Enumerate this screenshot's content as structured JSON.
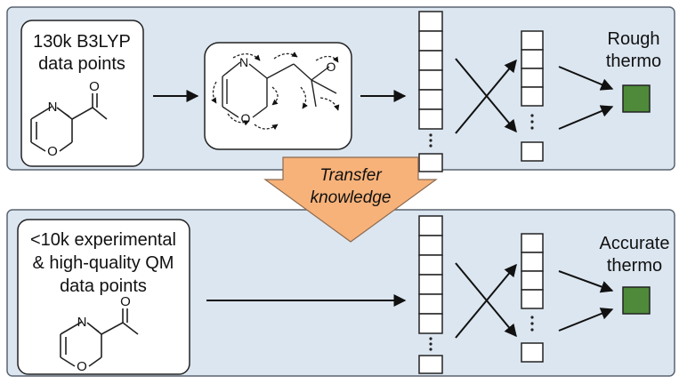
{
  "top_panel": {
    "input_label_lines": [
      "130k B3LYP",
      "data points"
    ],
    "output_label_lines": [
      "Rough",
      "thermo"
    ]
  },
  "transfer_label_lines": [
    "Transfer",
    "knowledge"
  ],
  "bottom_panel": {
    "input_label_lines": [
      "<10k experimental",
      "& high-quality QM",
      "data points"
    ],
    "output_label_lines": [
      "Accurate",
      "thermo"
    ]
  },
  "molecule": {
    "ring_atoms": [
      "N",
      "O"
    ],
    "carbonyl_atom": "O"
  },
  "colors": {
    "panel_fill": "#dce6f0",
    "panel_border": "#5a6470",
    "transfer_arrow_fill": "#f7b27a",
    "output_square_fill": "#4e8a3a"
  }
}
